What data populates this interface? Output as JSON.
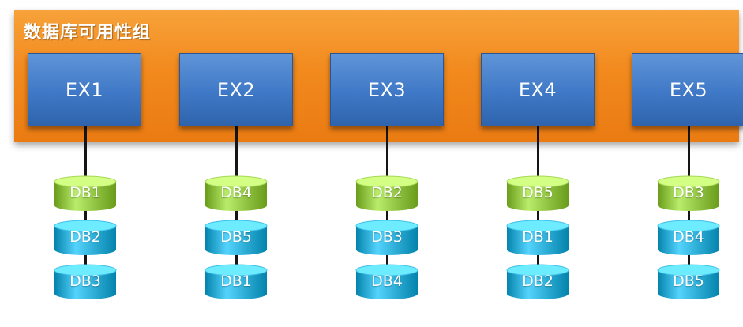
{
  "group": {
    "title": "数据库可用性组"
  },
  "servers": [
    {
      "label": "EX1",
      "databases": [
        {
          "label": "DB1",
          "state": "active"
        },
        {
          "label": "DB2",
          "state": "passive"
        },
        {
          "label": "DB3",
          "state": "passive"
        }
      ]
    },
    {
      "label": "EX2",
      "databases": [
        {
          "label": "DB4",
          "state": "active"
        },
        {
          "label": "DB5",
          "state": "passive"
        },
        {
          "label": "DB1",
          "state": "passive"
        }
      ]
    },
    {
      "label": "EX3",
      "databases": [
        {
          "label": "DB2",
          "state": "active"
        },
        {
          "label": "DB3",
          "state": "passive"
        },
        {
          "label": "DB4",
          "state": "passive"
        }
      ]
    },
    {
      "label": "EX4",
      "databases": [
        {
          "label": "DB5",
          "state": "active"
        },
        {
          "label": "DB1",
          "state": "passive"
        },
        {
          "label": "DB2",
          "state": "passive"
        }
      ]
    },
    {
      "label": "EX5",
      "databases": [
        {
          "label": "DB3",
          "state": "active"
        },
        {
          "label": "DB4",
          "state": "passive"
        },
        {
          "label": "DB5",
          "state": "passive"
        }
      ]
    }
  ],
  "colors": {
    "group_band": "#f28a1e",
    "server": "#3f78c6",
    "active_db": "#8dbf3e",
    "passive_db": "#27a6cf",
    "connector": "#151515"
  }
}
